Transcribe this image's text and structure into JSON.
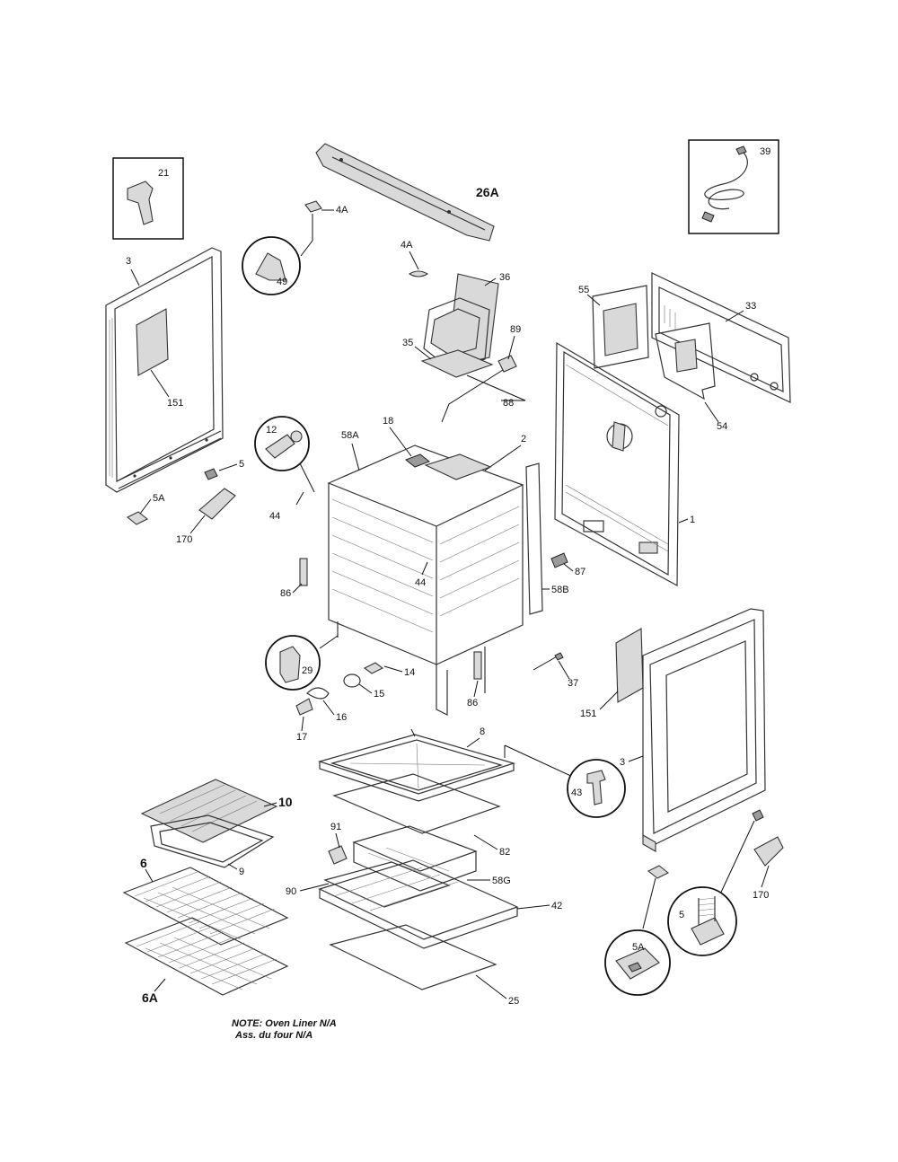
{
  "labels": {
    "l21": "21",
    "l39": "39",
    "l26A": "26A",
    "l4A_top": "4A",
    "l4A_mid": "4A",
    "l49": "49",
    "l3_left": "3",
    "l151_left": "151",
    "l36": "36",
    "l55": "55",
    "l33": "33",
    "l35": "35",
    "l89": "89",
    "l88": "88",
    "l54": "54",
    "l18": "18",
    "l58A": "58A",
    "l2": "2",
    "l12": "12",
    "l5_small": "5",
    "l5A_small": "5A",
    "l170_left": "170",
    "l44_left": "44",
    "l44_mid": "44",
    "l1": "1",
    "l87": "87",
    "l86_left": "86",
    "l58B": "58B",
    "l29": "29",
    "l14": "14",
    "l15": "15",
    "l16": "16",
    "l17": "17",
    "l86_bottom": "86",
    "l37": "37",
    "l151_right": "151",
    "l8": "8",
    "l3_right": "3",
    "l43": "43",
    "l10": "10",
    "l91": "91",
    "l82": "82",
    "l9": "9",
    "l6": "6",
    "l58G": "58G",
    "l42": "42",
    "l90": "90",
    "l6A": "6A",
    "l25": "25",
    "l5_circle": "5",
    "l5A_circle": "5A",
    "l170_right": "170"
  },
  "note": {
    "line1": "NOTE: Oven Liner N/A",
    "line2": "Ass. du four N/A"
  }
}
